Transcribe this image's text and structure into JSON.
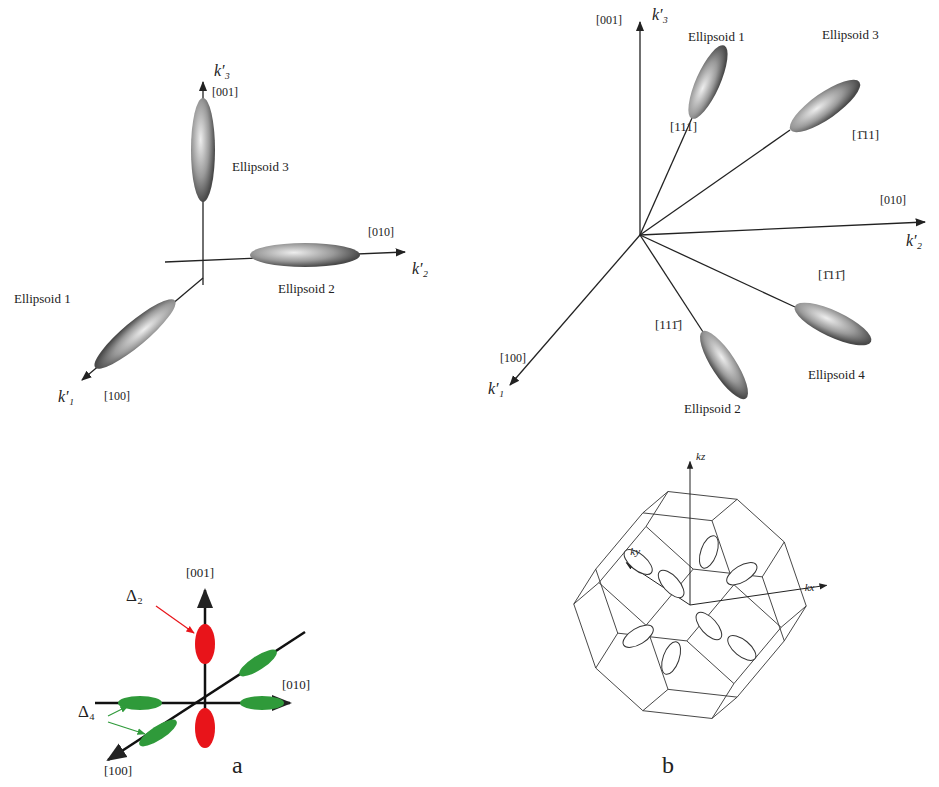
{
  "diagram": {
    "labels": [
      "k′₃",
      "[001]",
      "[010]",
      "k′₂",
      "Ellipsoid 3",
      "Ellipsoid 2",
      "Ellipsoid 1",
      "k′₁",
      "[100]",
      "[001]",
      "[010]",
      "[100]",
      "Δ₂",
      "Δ₄",
      "a",
      "[001]",
      "k′₃",
      "Ellipsoid 1",
      "Ellipsoid 3",
      "[111]",
      "[1̄11]",
      "[010]",
      "k′₂",
      "[1̄11̄]",
      "[111̄]",
      "[100]",
      "k′₁",
      "Ellipsoid 2",
      "Ellipsoid 4",
      "kz",
      "ky",
      "kx",
      "b"
    ]
  }
}
